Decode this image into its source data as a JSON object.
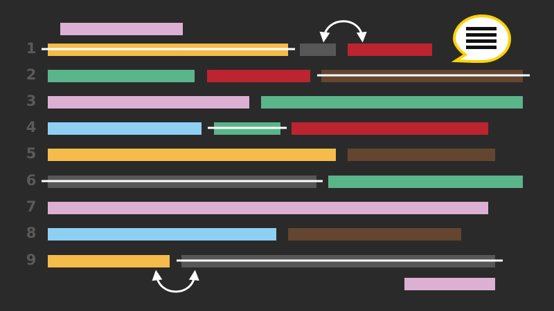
{
  "colors": {
    "background": "#2a2a2a",
    "line_number": "#5a5a5a",
    "pink": "#dcb0d3",
    "orange": "#f5bb4b",
    "gray": "#575757",
    "red": "#bc2430",
    "green": "#5bb58a",
    "brown": "#64452f",
    "blue": "#8ed0f4",
    "strike": "#ffffff",
    "bubble_fill": "#ffffff",
    "bubble_border": "#ffd200",
    "bubble_lines": "#111111"
  },
  "line_numbers": [
    "1",
    "2",
    "3",
    "4",
    "5",
    "6",
    "7",
    "8",
    "9"
  ],
  "icons": {
    "swap_top": "swap-arrows-icon",
    "swap_bottom": "swap-arrows-icon",
    "comment": "speech-bubble-icon"
  }
}
